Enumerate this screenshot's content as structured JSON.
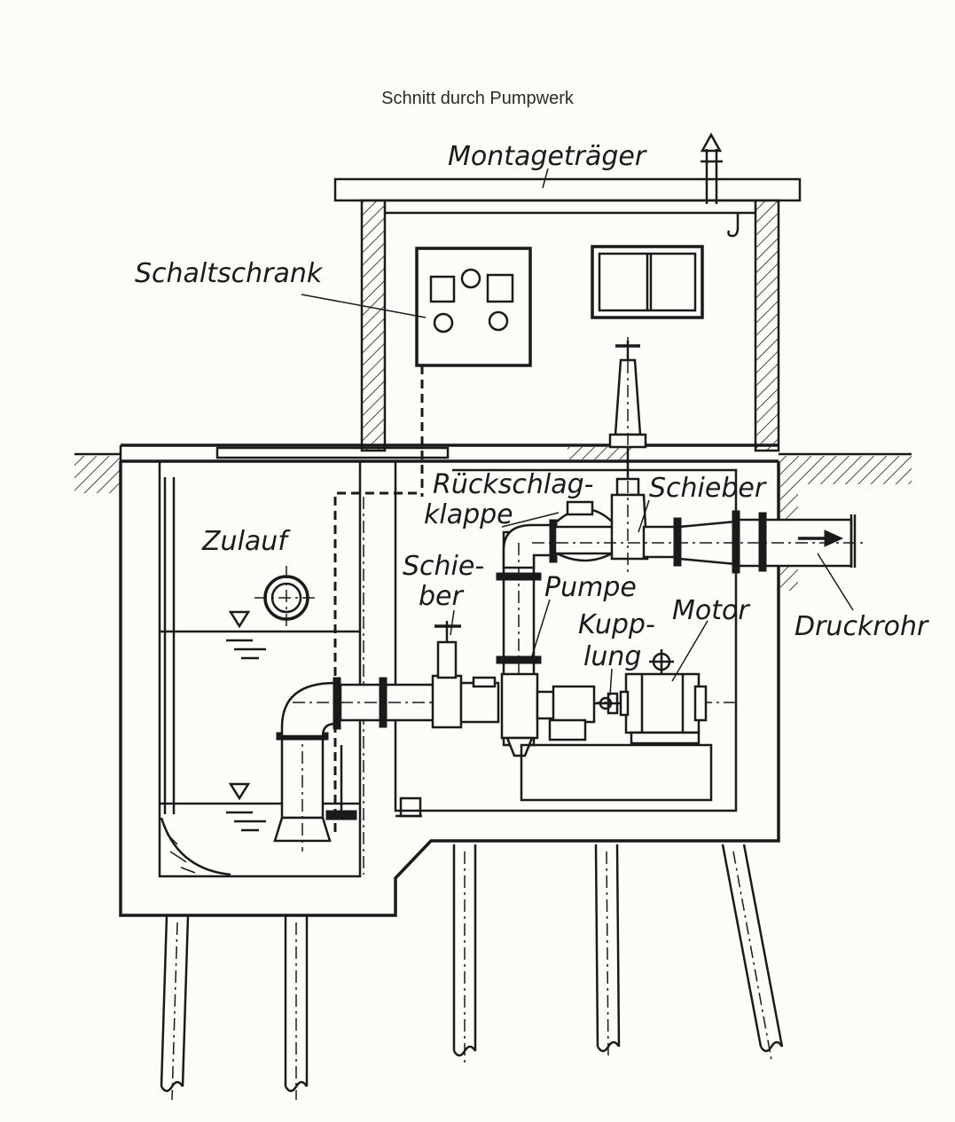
{
  "title": "Schnitt durch Pumpwerk",
  "labels": {
    "montagetraeger": "Montageträger",
    "schaltschrank": "Schaltschrank",
    "zulauf": "Zulauf",
    "rueckschlag_line1": "Rückschlag-",
    "rueckschlag_line2": "klappe",
    "schieber_top": "Schieber",
    "schieber_left_line1": "Schie-",
    "schieber_left_line2": "ber",
    "pumpe": "Pumpe",
    "kupplung_line1": "Kupp-",
    "kupplung_line2": "lung",
    "motor": "Motor",
    "druckrohr": "Druckrohr"
  },
  "colors": {
    "ink": "#1a1a1a",
    "paper": "#fdfcf8"
  }
}
